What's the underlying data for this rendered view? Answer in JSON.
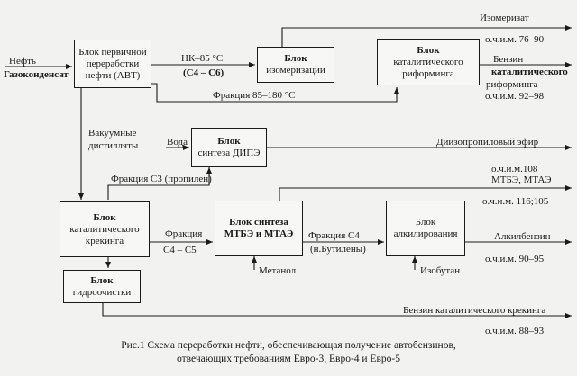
{
  "blocks": {
    "avt": {
      "line1": "Блок первичной",
      "line2": "переработки",
      "line3": "нефти (АВТ)"
    },
    "isom": {
      "title": "Блок",
      "line2": "изомеризации"
    },
    "reform": {
      "title": "Блок",
      "line2": "каталитического",
      "line3": "риформинга"
    },
    "dipe": {
      "title": "Блок",
      "line2": "синтеза ДИПЭ"
    },
    "crack": {
      "title": "Блок",
      "line2": "каталитического",
      "line3": "крекинга"
    },
    "mtbe": {
      "line1": "Блок  синтеза",
      "line2": "МТБЭ и МТАЭ"
    },
    "alk": {
      "line1": "Блок",
      "line2": "алкилирования"
    },
    "hydro": {
      "title": "Блок",
      "line2": "гидроочистки"
    }
  },
  "inputs": {
    "oil": "Нефть",
    "gascond": "Газоконденсат",
    "water": "Вода",
    "methanol": "Метанол",
    "isobutane": "Изобутан"
  },
  "streams": {
    "nk85": "НК–85 °С",
    "c4c6": "(С4 – С6)",
    "frac85_180": "Фракция 85–180 °С",
    "vac1": "Вакуумные",
    "vac2": "дистилляты",
    "fracC3": "Фракция С3 (пропилен)",
    "frac_c4c5_1": "Фракция",
    "frac_c4c5_2": "С4 – С5",
    "fracC4_1": "Фракция С4",
    "fracC4_2": "(н.Бутилены)"
  },
  "products": {
    "isomerate": "Изомеризат",
    "isomerate_on": "о.ч.и.м. 76–90",
    "reformate_1": "Бензин",
    "reformate_2": "каталитического",
    "reformate_3": "риформинга",
    "reformate_on": "о.ч.и.м. 92–98",
    "dipe": "Диизопропиловый эфир",
    "dipe_on": "о.ч.и.м.108",
    "mtbe": "МТБЭ, МТАЭ",
    "mtbe_on": "о.ч.и.м.  116;105",
    "alkylate": "Алкилбензин",
    "alkylate_on": "о.ч.и.м.  90–95",
    "cracking": "Бензин каталитического крекинга",
    "cracking_on": "о.ч.и.м.  88–93"
  },
  "caption": {
    "line1": "Рис.1 Схема переработки нефти, обеспечивающая получение автобензинов,",
    "line2": "отвечающих требованиям Евро-3,  Евро-4 и Евро-5"
  }
}
